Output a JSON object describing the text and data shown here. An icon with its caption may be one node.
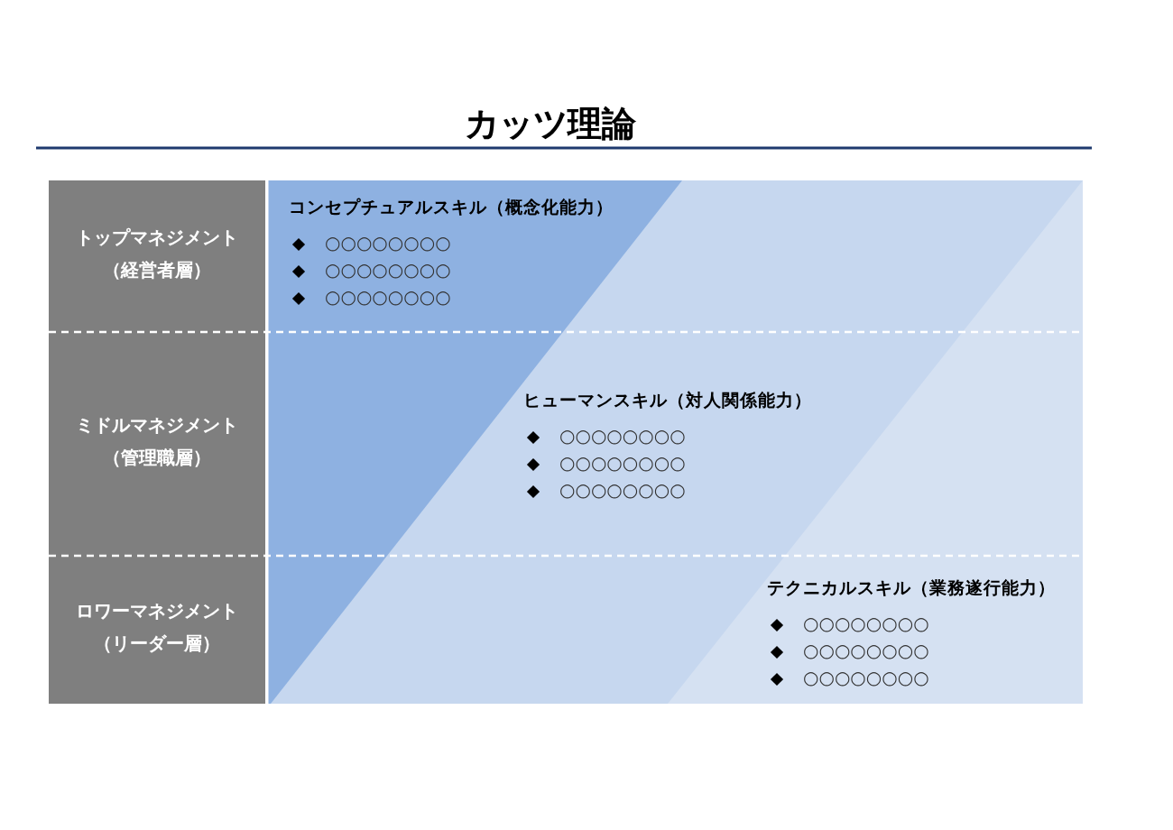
{
  "diagram": {
    "title": "カッツ理論",
    "nodes": [
      {
        "text": [
          "トップマネジメント",
          "（経営者層）"
        ]
      },
      {
        "text": [
          "ミドルマネジメント",
          "（管理職層）"
        ]
      },
      {
        "text": [
          "ロワーマネジメント",
          "（リーダー層）"
        ]
      },
      {
        "text": [
          "コンセプチュアルスキル（概念化能力）",
          "○○○○○○○○",
          "○○○○○○○○",
          "○○○○○○○○"
        ]
      },
      {
        "text": [
          "ヒューマンスキル（対人関係能力）",
          "○○○○○○○○",
          "○○○○○○○○",
          "○○○○○○○○"
        ]
      },
      {
        "text": [
          "テクニカルスキル（業務遂行能力）",
          "○○○○○○○○",
          "○○○○○○○○",
          "○○○○○○○○"
        ]
      }
    ]
  }
}
